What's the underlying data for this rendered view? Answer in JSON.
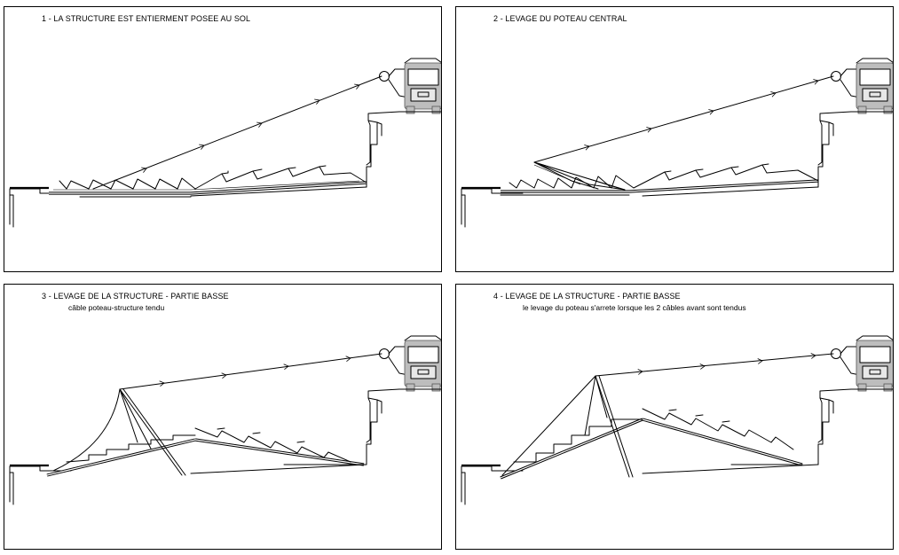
{
  "panels": [
    {
      "title": "1 - LA STRUCTURE EST ENTIERMENT POSEE AU SOL",
      "subtitle": ""
    },
    {
      "title": "2 - LEVAGE DU POTEAU CENTRAL",
      "subtitle": ""
    },
    {
      "title": "3 - LEVAGE DE LA STRUCTURE - PARTIE BASSE",
      "subtitle": "câble poteau-structure tendu"
    },
    {
      "title": "4 - LEVAGE DE LA STRUCTURE - PARTIE BASSE",
      "subtitle": "le levage du poteau s'arrete lorsque les 2 câbles avant sont tendus"
    }
  ],
  "colors": {
    "line": "#000000",
    "vehicle": "#bdbdbd",
    "background": "#ffffff"
  },
  "icons": [
    "crane-truck-icon",
    "cable-arrow-icon",
    "winch-pulley-icon"
  ]
}
